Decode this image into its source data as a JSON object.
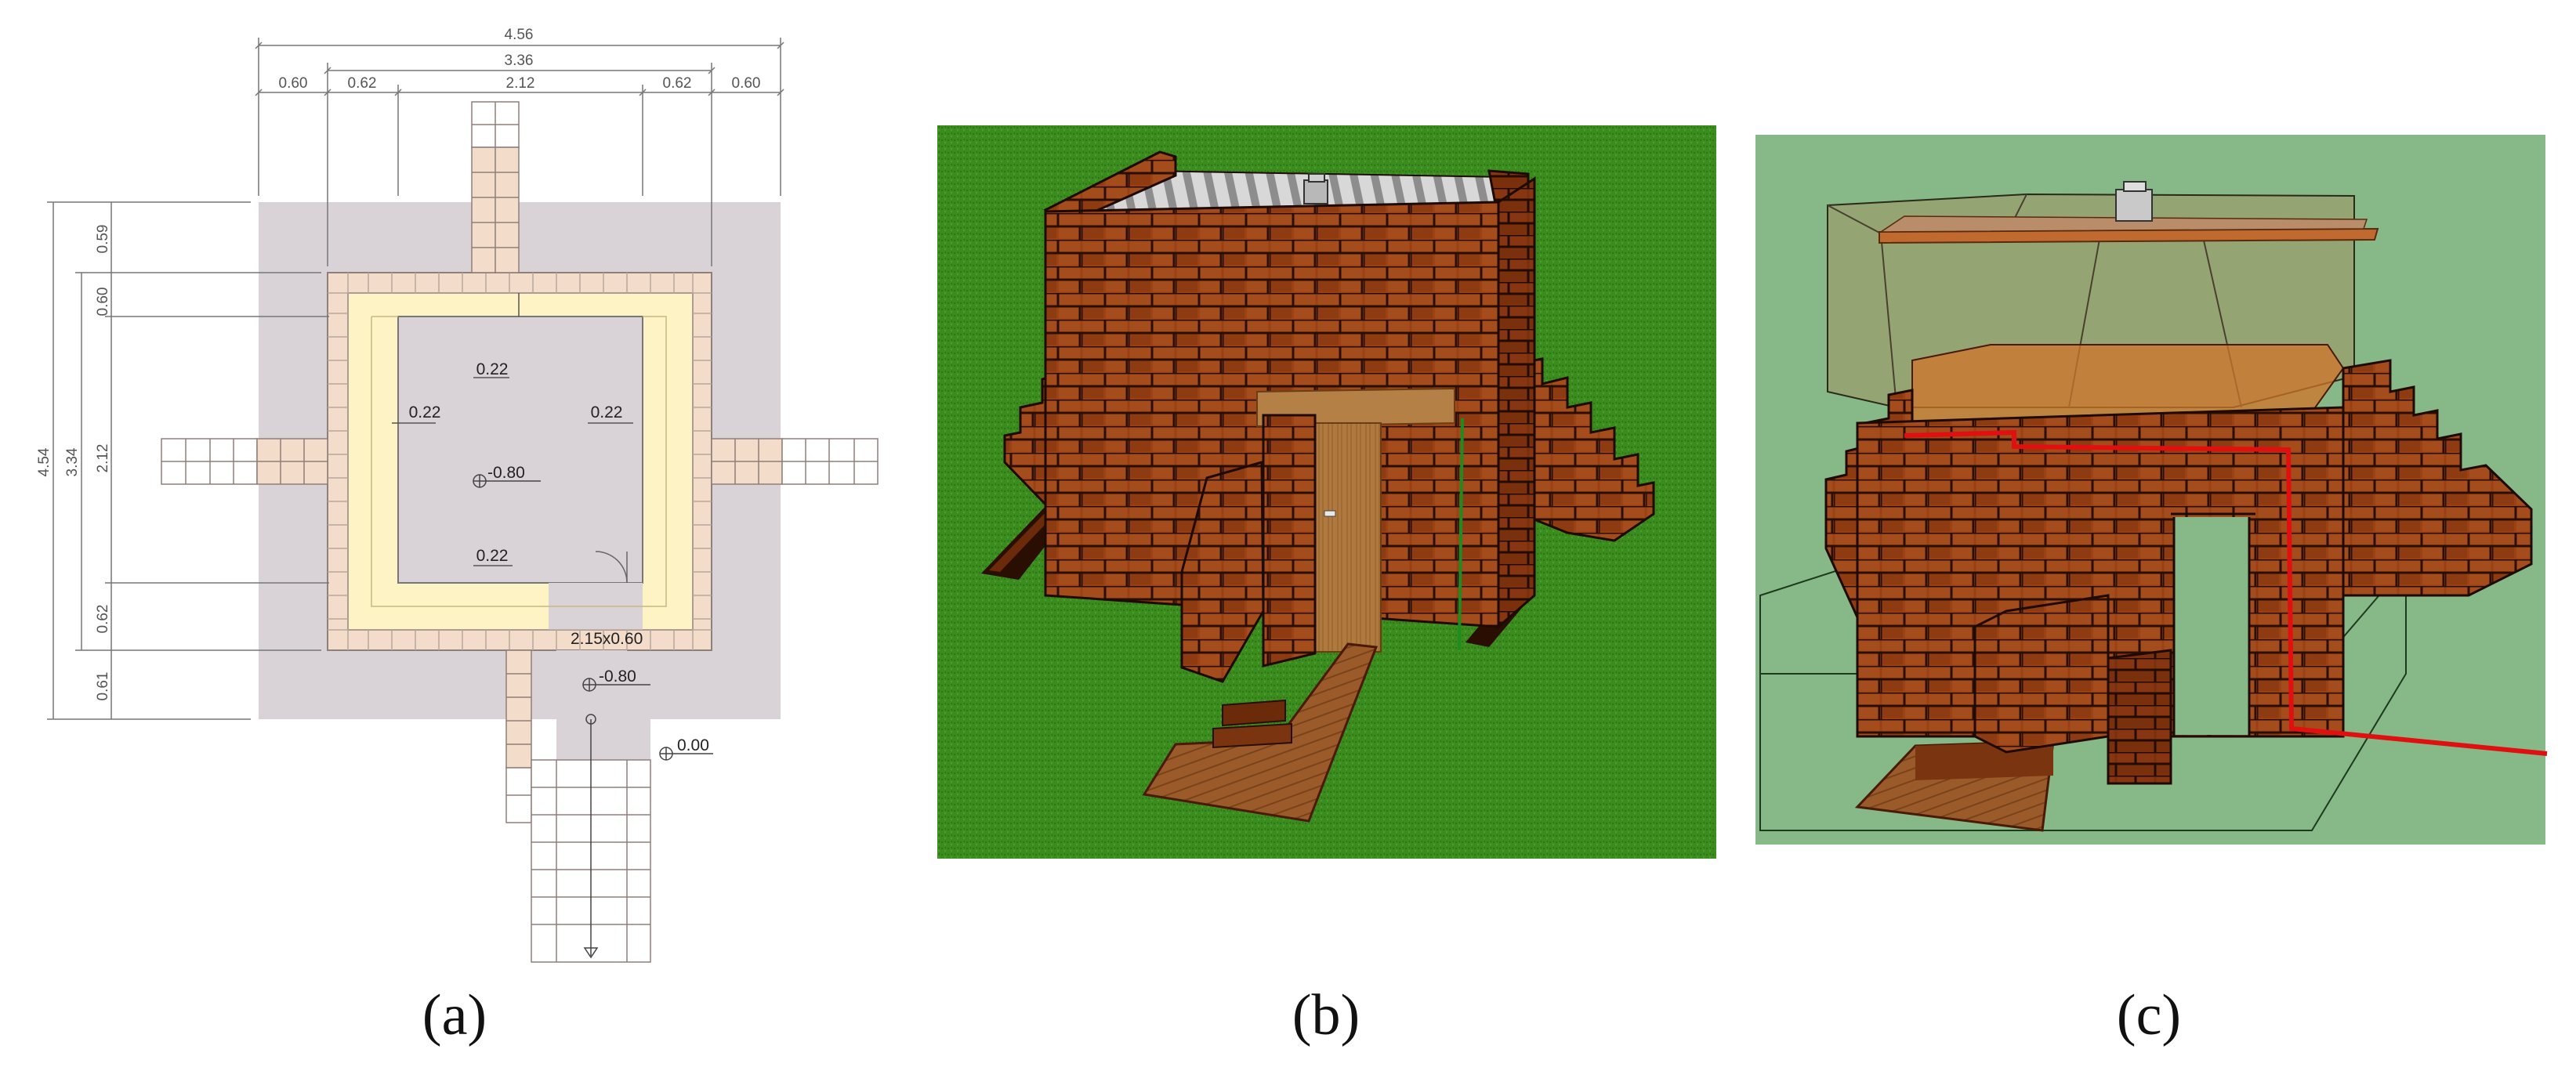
{
  "figure": {
    "panels": [
      {
        "caption": "(a)",
        "dimensions": {
          "top_overall": "4.56",
          "top_inner": "3.36",
          "top_segments": [
            "0.60",
            "0.62",
            "2.12",
            "0.62",
            "0.60"
          ],
          "left_overall": "4.54",
          "left_inner": "3.34",
          "left_segments": [
            "0.59",
            "0.60",
            "2.12",
            "0.62",
            "0.61"
          ],
          "wall_thickness_top": "0.22",
          "wall_thickness_left": "0.22",
          "wall_thickness_right": "0.22",
          "wall_thickness_bottom": "0.22",
          "door_size": "2.15x0.60",
          "floor_level": "-0.80",
          "entry_level": "-0.80",
          "ground_level": "0.00"
        }
      },
      {
        "caption": "(b)"
      },
      {
        "caption": "(c)"
      }
    ],
    "colors": {
      "plan_ground": "#d9d2d6",
      "brick_light": "#f4dccb",
      "inner_wall": "#fdf3c4",
      "brick": "#8e3a12",
      "brick_dark": "#4a1a06",
      "grass": "#3a8a1c",
      "transparent_ground": "#86b987",
      "red_line": "#e01010"
    }
  }
}
